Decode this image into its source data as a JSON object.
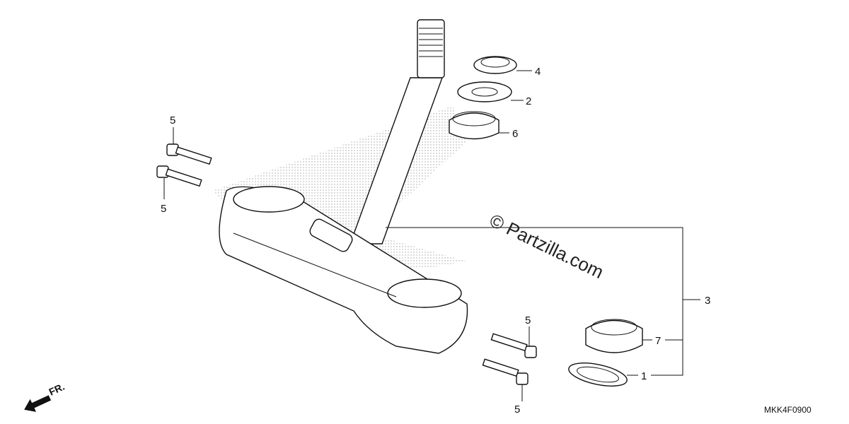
{
  "diagram": {
    "callouts": [
      {
        "id": "c4",
        "label": "4"
      },
      {
        "id": "c2",
        "label": "2"
      },
      {
        "id": "c6",
        "label": "6"
      },
      {
        "id": "c5a",
        "label": "5"
      },
      {
        "id": "c5b",
        "label": "5"
      },
      {
        "id": "c3",
        "label": "3"
      },
      {
        "id": "c5c",
        "label": "5"
      },
      {
        "id": "c7",
        "label": "7"
      },
      {
        "id": "c1",
        "label": "1"
      },
      {
        "id": "c5d",
        "label": "5"
      }
    ],
    "watermark": "© Partzilla.com",
    "front_indicator": "FR.",
    "diagram_code": "MKK4F0900"
  },
  "colors": {
    "line": "#111111",
    "background": "#ffffff",
    "stipple": "#999999"
  }
}
